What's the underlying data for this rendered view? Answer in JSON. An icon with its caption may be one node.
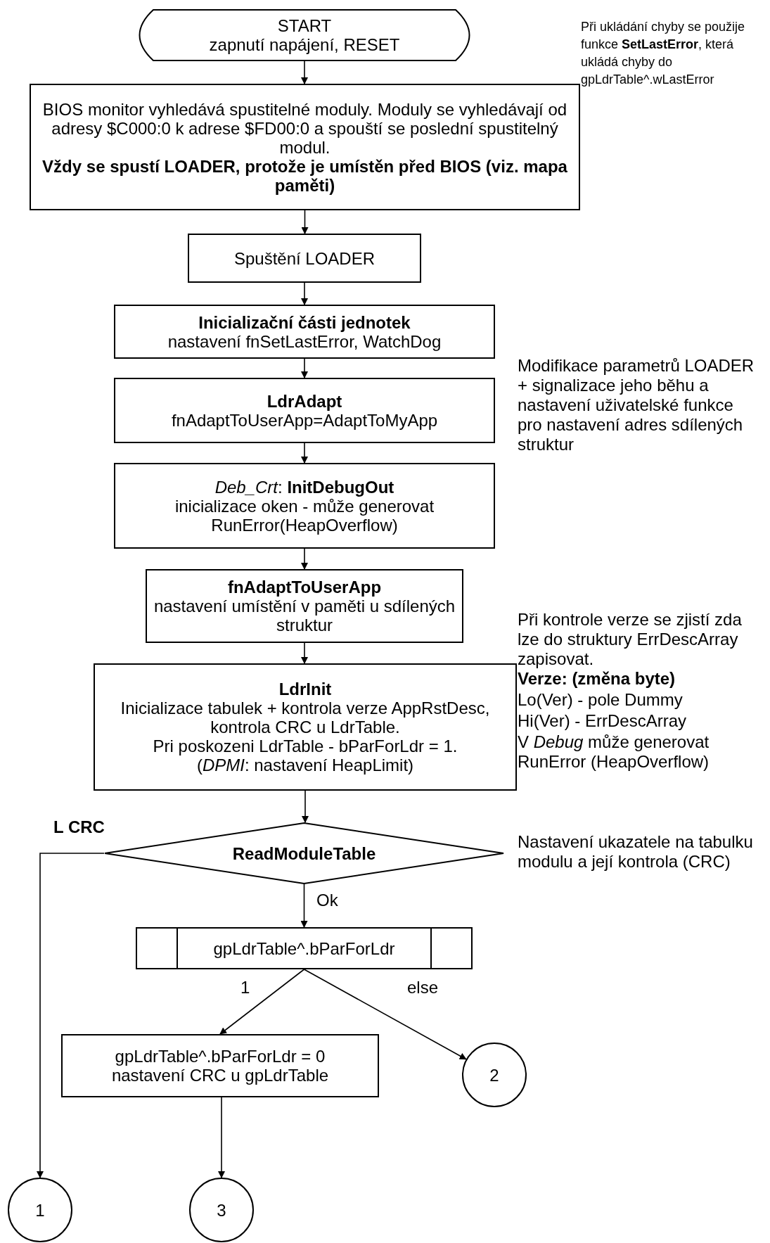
{
  "diagram": {
    "nodes": [
      {
        "text": [
          "START",
          "zapnutí napájení, RESET"
        ]
      },
      {
        "text": [
          "BIOS monitor vyhledává spustitelné moduly. Moduly se vyhledávají od adresy $C000:0 k  adrese $FD00:0 a spouští se poslední spustitelný modul.",
          "Vždy se spustí LOADER, protože je umístěn před BIOS (viz. mapa paměti)"
        ]
      },
      {
        "text": [
          "Spuštění LOADER"
        ]
      },
      {
        "text": [
          "Inicializační části jednotek",
          "nastavení fnSetLastError, WatchDog"
        ]
      },
      {
        "text": [
          "LdrAdapt",
          "fnAdaptToUserApp=AdaptToMyApp"
        ]
      },
      {
        "text": [
          "*Deb_Crt*: **InitDebugOut**",
          "inicializace oken - může generovat RunError(HeapOverflow)"
        ]
      },
      {
        "text": [
          "fnAdaptToUserApp",
          "nastavení umístění v paměti u sdílených struktur"
        ]
      },
      {
        "text": [
          "LdrInit",
          "Inicializace tabulek + kontrola verze AppRstDesc, kontrola CRC u LdrTable.",
          "Pri poskozeni LdrTable - bParForLdr = 1.",
          "(*DPMI*: nastavení HeapLimit)"
        ]
      },
      {
        "text": [
          "ReadModuleTable"
        ]
      },
      {
        "text": [
          "gpLdrTable^.bParForLdr"
        ]
      },
      {
        "text": [
          "gpLdrTable^.bParForLdr = 0",
          "nastavení CRC u gpLdrTable"
        ]
      },
      {
        "text": [
          "2"
        ]
      },
      {
        "text": [
          "1"
        ]
      },
      {
        "text": [
          "3"
        ]
      }
    ],
    "edges": [
      {
        "from": 0,
        "to": 1,
        "arrow": "to"
      },
      {
        "from": 1,
        "to": 2,
        "arrow": "to"
      },
      {
        "from": 2,
        "to": 3,
        "arrow": "to"
      },
      {
        "from": 3,
        "to": 4,
        "arrow": "to"
      },
      {
        "from": 4,
        "to": 5,
        "arrow": "to"
      },
      {
        "from": 5,
        "to": 6,
        "arrow": "to"
      },
      {
        "from": 6,
        "to": 7,
        "arrow": "to"
      },
      {
        "from": 7,
        "to": 8,
        "arrow": "to"
      },
      {
        "from": 8,
        "to": 9,
        "arrow": "to",
        "label": "Ok"
      },
      {
        "from": 9,
        "to": 10,
        "arrow": "to",
        "label": "1"
      },
      {
        "from": 9,
        "to": 11,
        "arrow": "to",
        "label": "else"
      },
      {
        "from": 8,
        "to": 12,
        "arrow": "to",
        "label": "L CRC"
      },
      {
        "from": 10,
        "to": 13,
        "arrow": "to"
      }
    ],
    "labels": [
      "Při ukládání chyby se použije funkce **SetLastError**, která ukládá chyby do gpLdrTable^.wLastError",
      "Modifikace parametrů LOADER + signalizace jeho běhu a nastavení uživatelské funkce pro nastavení adres sdílených struktur",
      "Při kontrole verze se zjistí zda lze do struktury ErrDescArray zapisovat.",
      "Verze: (změna byte)",
      "Lo(Ver) - pole Dummy",
      "Hi(Ver) -  ErrDescArray",
      "V *Debug* může generovat RunError (HeapOverflow)",
      "Nastavení ukazatele na tabulku modulu a její kontrola (CRC)"
    ]
  }
}
